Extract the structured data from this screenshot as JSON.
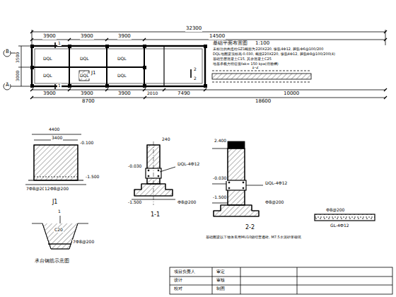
{
  "diagram": {
    "labels": [
      "32300",
      "3900",
      "3900",
      "3900",
      "14500",
      "B",
      "A",
      "3500",
      "3000",
      "3900",
      "3900",
      "3900",
      "2010",
      "7490",
      "10000",
      "8700",
      "18600",
      "DQL",
      "DQL",
      "DQL",
      "DQL",
      "DQL",
      "DQL",
      "1",
      "1",
      "2",
      "2",
      "J1",
      "1-2",
      "基础平面布置图",
      "1:100",
      "未标注的构造柱GZ1截面为220X220, 纵筋4Ф12, 箍筋Ф6@100/200",
      "DQL地圈梁顶标高-0.030, 截面220X220, 纵筋4Ф12, 箍筋Ф8@100/200(4)",
      "基础垫层混凝土C15, 其余混凝土C25",
      "地基承载力特征值fak= 150 kpa(待验槽)",
      "4400",
      "3400",
      "-0.100",
      "-1.500",
      "7Ф8@200",
      "12Ф8@200",
      "J1",
      "1",
      "C20",
      "7Ф8@200",
      "承台钢筋示意图",
      "240",
      "-0.030",
      "DQL-4Ф12",
      "-1.500",
      "Ф8@200",
      "1-1",
      "2.400",
      "DQL-4Ф12",
      "-0.030",
      "-1.500",
      "Ф8@200",
      "2-2",
      "基础圈梁以下墙体采用MU10烧结普通砖, M7.5水泥砂浆砌筑",
      "GL-4Ф12",
      "Ф8@200",
      "项目负责人",
      "审定",
      "设计",
      "审核",
      "校对",
      "制图"
    ]
  }
}
